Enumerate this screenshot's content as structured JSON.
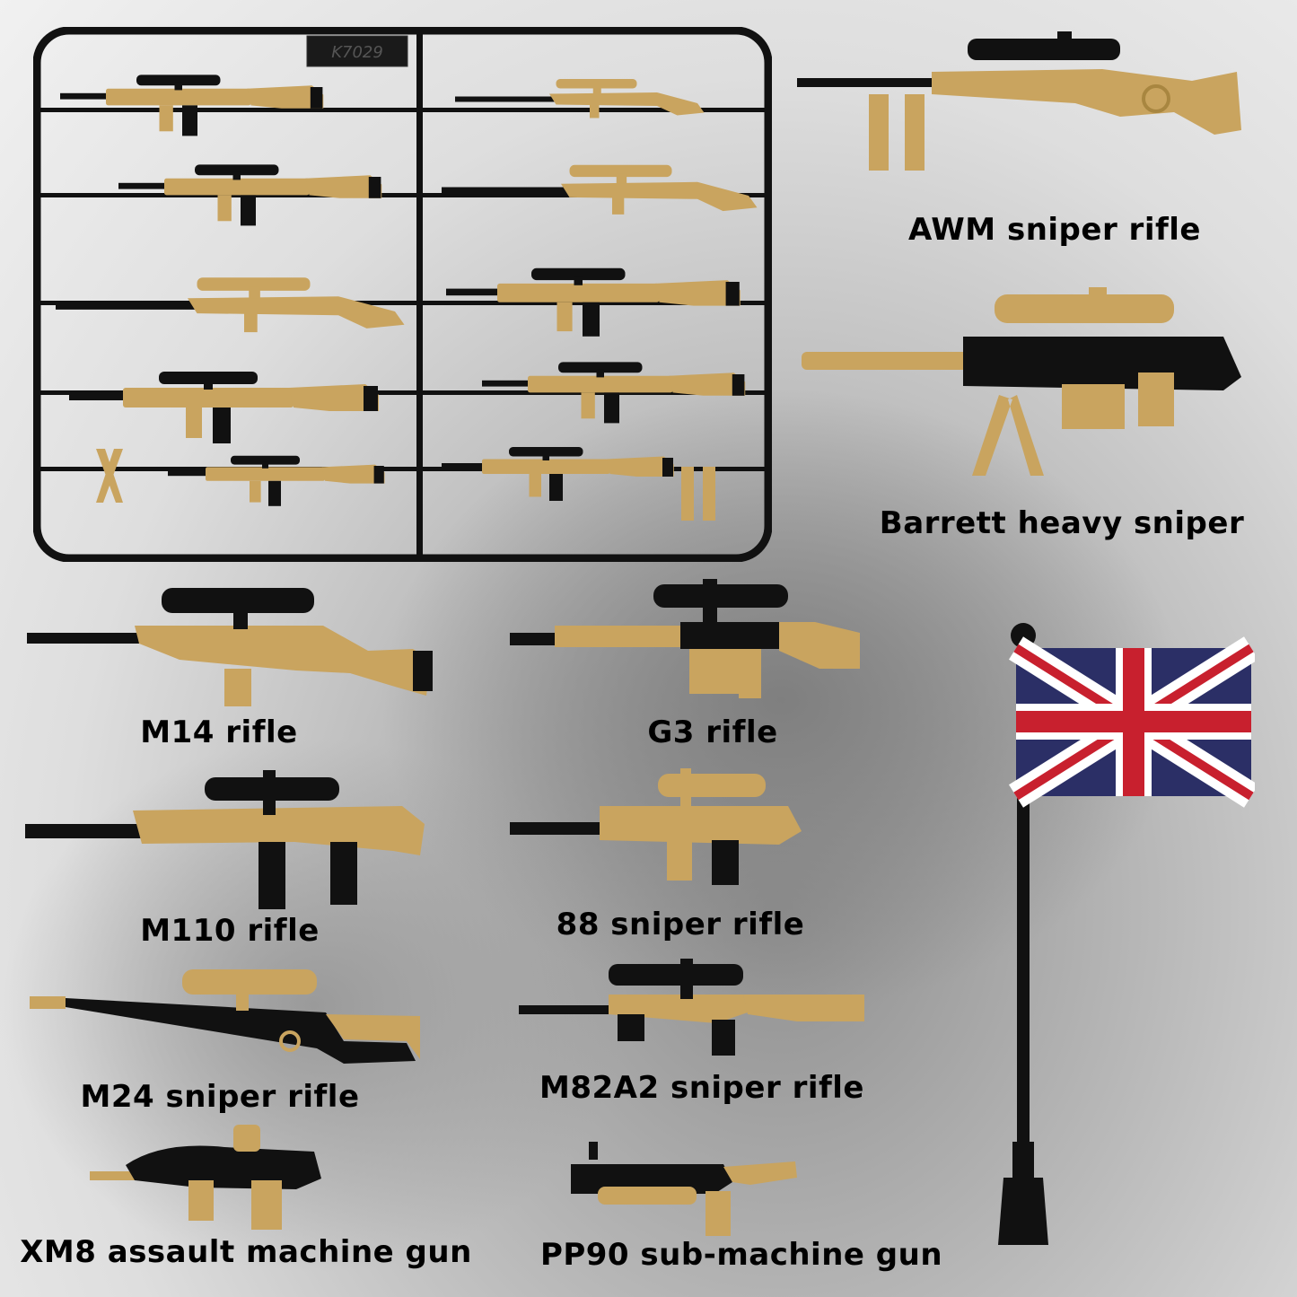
{
  "sprue": {
    "code": "K7029"
  },
  "colors": {
    "tan": "#c9a45f",
    "tan_dark": "#a88640",
    "black": "#111111",
    "flag_blue": "#2b2f66",
    "flag_red": "#c8202e"
  },
  "labels": {
    "awm": "AWM sniper rifle",
    "barrett": "Barrett heavy sniper",
    "m14": "M14 rifle",
    "g3": "G3 rifle",
    "m110": "M110 rifle",
    "sniper88": "88 sniper rifle",
    "m24": "M24 sniper rifle",
    "m82a2": "M82A2 sniper rifle",
    "xm8": "XM8 assault machine gun",
    "pp90": "PP90 sub-machine gun"
  },
  "icons": [
    "sprue-frame",
    "rifle-icon",
    "bipod-icon",
    "union-jack-flag-icon"
  ]
}
